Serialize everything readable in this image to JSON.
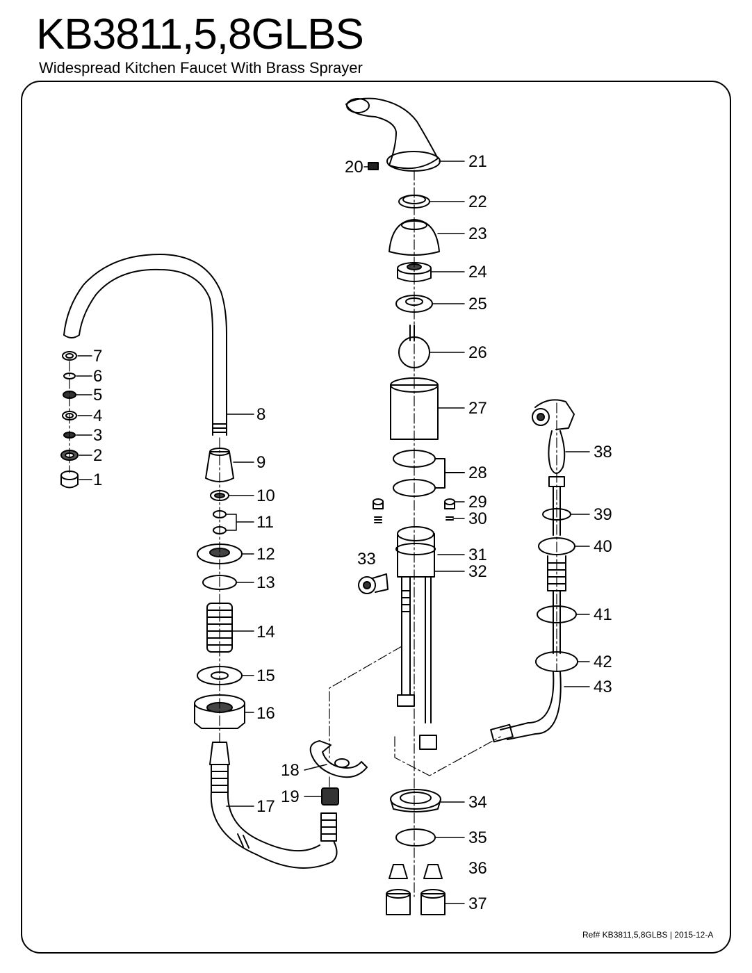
{
  "header": {
    "model": "KB3811,5,8GLBS",
    "description": "Widespread Kitchen Faucet With Brass Sprayer"
  },
  "footer": {
    "reference": "Ref# KB3811,5,8GLBS | 2015-12-A"
  },
  "callouts": [
    "1",
    "2",
    "3",
    "4",
    "5",
    "6",
    "7",
    "8",
    "9",
    "10",
    "11",
    "12",
    "13",
    "14",
    "15",
    "16",
    "17",
    "18",
    "19",
    "20",
    "21",
    "22",
    "23",
    "24",
    "25",
    "26",
    "27",
    "28",
    "29",
    "30",
    "31",
    "32",
    "33",
    "34",
    "35",
    "36",
    "37",
    "38",
    "39",
    "40",
    "41",
    "42",
    "43"
  ]
}
